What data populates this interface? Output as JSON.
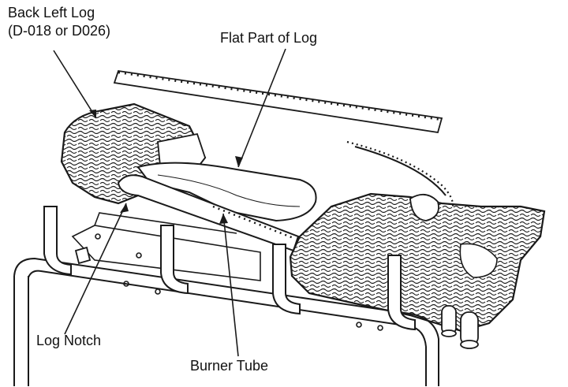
{
  "labels": {
    "back_left_log_line1": "Back Left Log",
    "back_left_log_line2": "(D-018 or D026)",
    "flat_part": "Flat Part of Log",
    "log_notch": "Log Notch",
    "burner_tube": "Burner Tube"
  },
  "colors": {
    "stroke": "#1a1a1a",
    "background": "#ffffff"
  }
}
